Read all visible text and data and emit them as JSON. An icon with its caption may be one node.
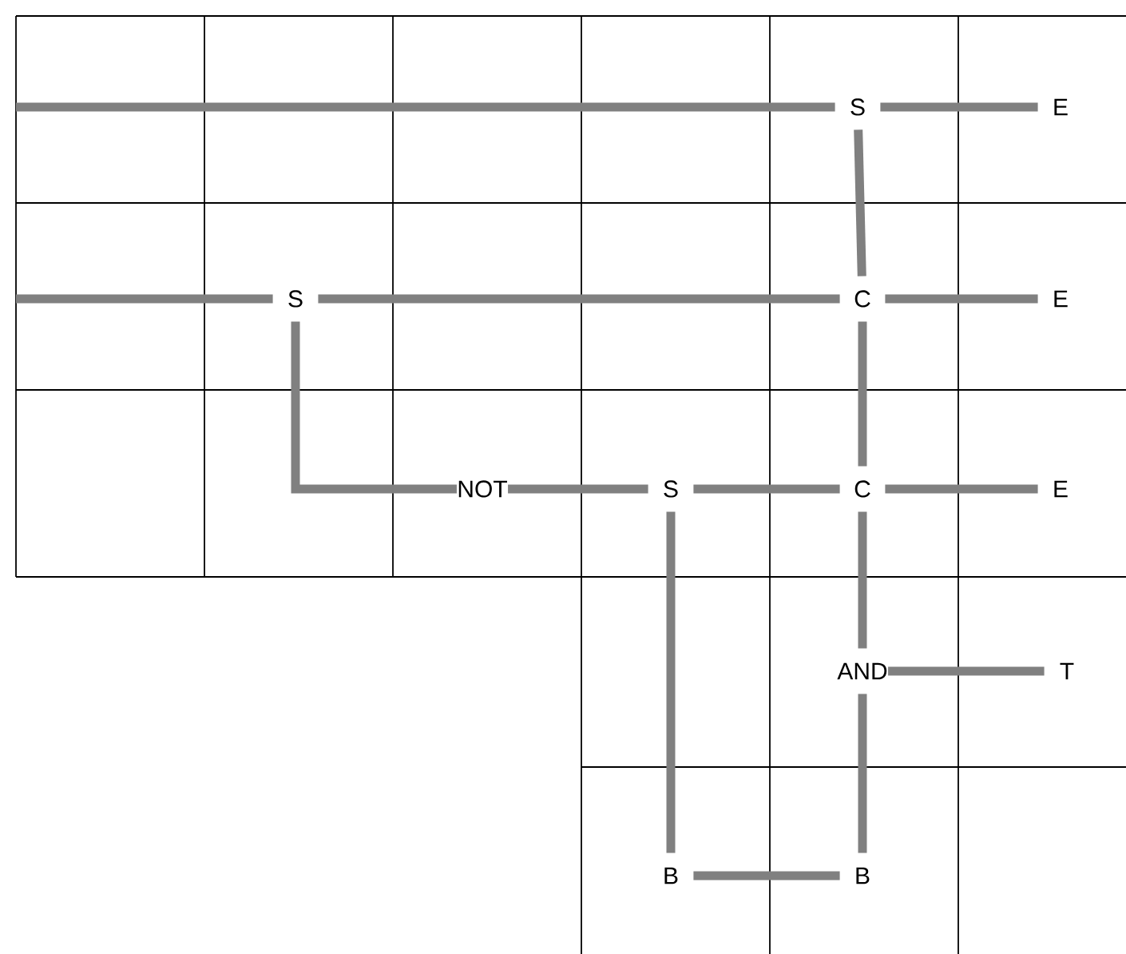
{
  "diagram": {
    "nodes": [
      {
        "text": [
          "S"
        ]
      },
      {
        "text": [
          "E"
        ]
      },
      {
        "text": [
          "S"
        ]
      },
      {
        "text": [
          "C"
        ]
      },
      {
        "text": [
          "E"
        ]
      },
      {
        "text": [
          "NOT"
        ]
      },
      {
        "text": [
          "S"
        ]
      },
      {
        "text": [
          "C"
        ]
      },
      {
        "text": [
          "E"
        ]
      },
      {
        "text": [
          "AND"
        ]
      },
      {
        "text": [
          "T"
        ]
      },
      {
        "text": [
          "B"
        ]
      },
      {
        "text": [
          "B"
        ]
      }
    ],
    "edges": [
      {
        "from": null,
        "to": 0,
        "arrow": "none"
      },
      {
        "from": 0,
        "to": 1,
        "arrow": "none"
      },
      {
        "from": 0,
        "to": 3,
        "arrow": "none"
      },
      {
        "from": null,
        "to": 2,
        "arrow": "none"
      },
      {
        "from": 2,
        "to": 3,
        "arrow": "none"
      },
      {
        "from": 3,
        "to": 4,
        "arrow": "none"
      },
      {
        "from": 3,
        "to": 7,
        "arrow": "none"
      },
      {
        "from": 2,
        "to": 5,
        "arrow": "none"
      },
      {
        "from": 5,
        "to": 6,
        "arrow": "none"
      },
      {
        "from": 6,
        "to": 7,
        "arrow": "none"
      },
      {
        "from": 7,
        "to": 8,
        "arrow": "none"
      },
      {
        "from": 7,
        "to": 9,
        "arrow": "none"
      },
      {
        "from": 9,
        "to": 10,
        "arrow": "none"
      },
      {
        "from": 9,
        "to": 12,
        "arrow": "none"
      },
      {
        "from": 6,
        "to": 11,
        "arrow": "none"
      },
      {
        "from": 11,
        "to": 12,
        "arrow": "none"
      }
    ]
  }
}
